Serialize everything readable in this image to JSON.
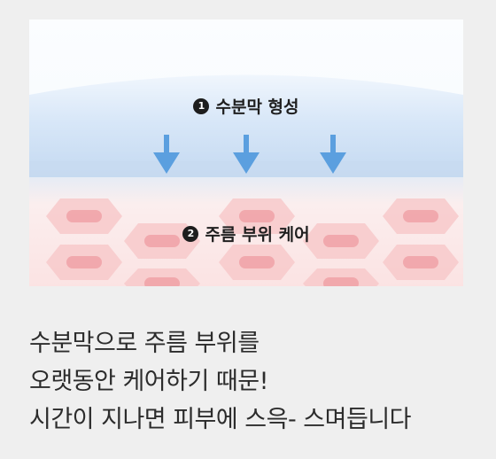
{
  "steps": [
    {
      "number": "1",
      "label": "수분막 형성"
    },
    {
      "number": "2",
      "label": "주름 부위 케어"
    }
  ],
  "caption_lines": [
    "수분막으로 주름 부위를",
    "오랫동안 케어하기 때문!",
    "시간이 지나면 피부에 스윽- 스며듭니다"
  ],
  "colors": {
    "background": "#efefef",
    "moisture_layer": "#c9dcf3",
    "arrow": "#5b9fdf",
    "skin_layer": "#fbe6e6",
    "skin_cell": "#f7c9ca",
    "cell_nucleus": "#ef9fa4"
  },
  "icons": [
    "down-arrow-icon"
  ]
}
